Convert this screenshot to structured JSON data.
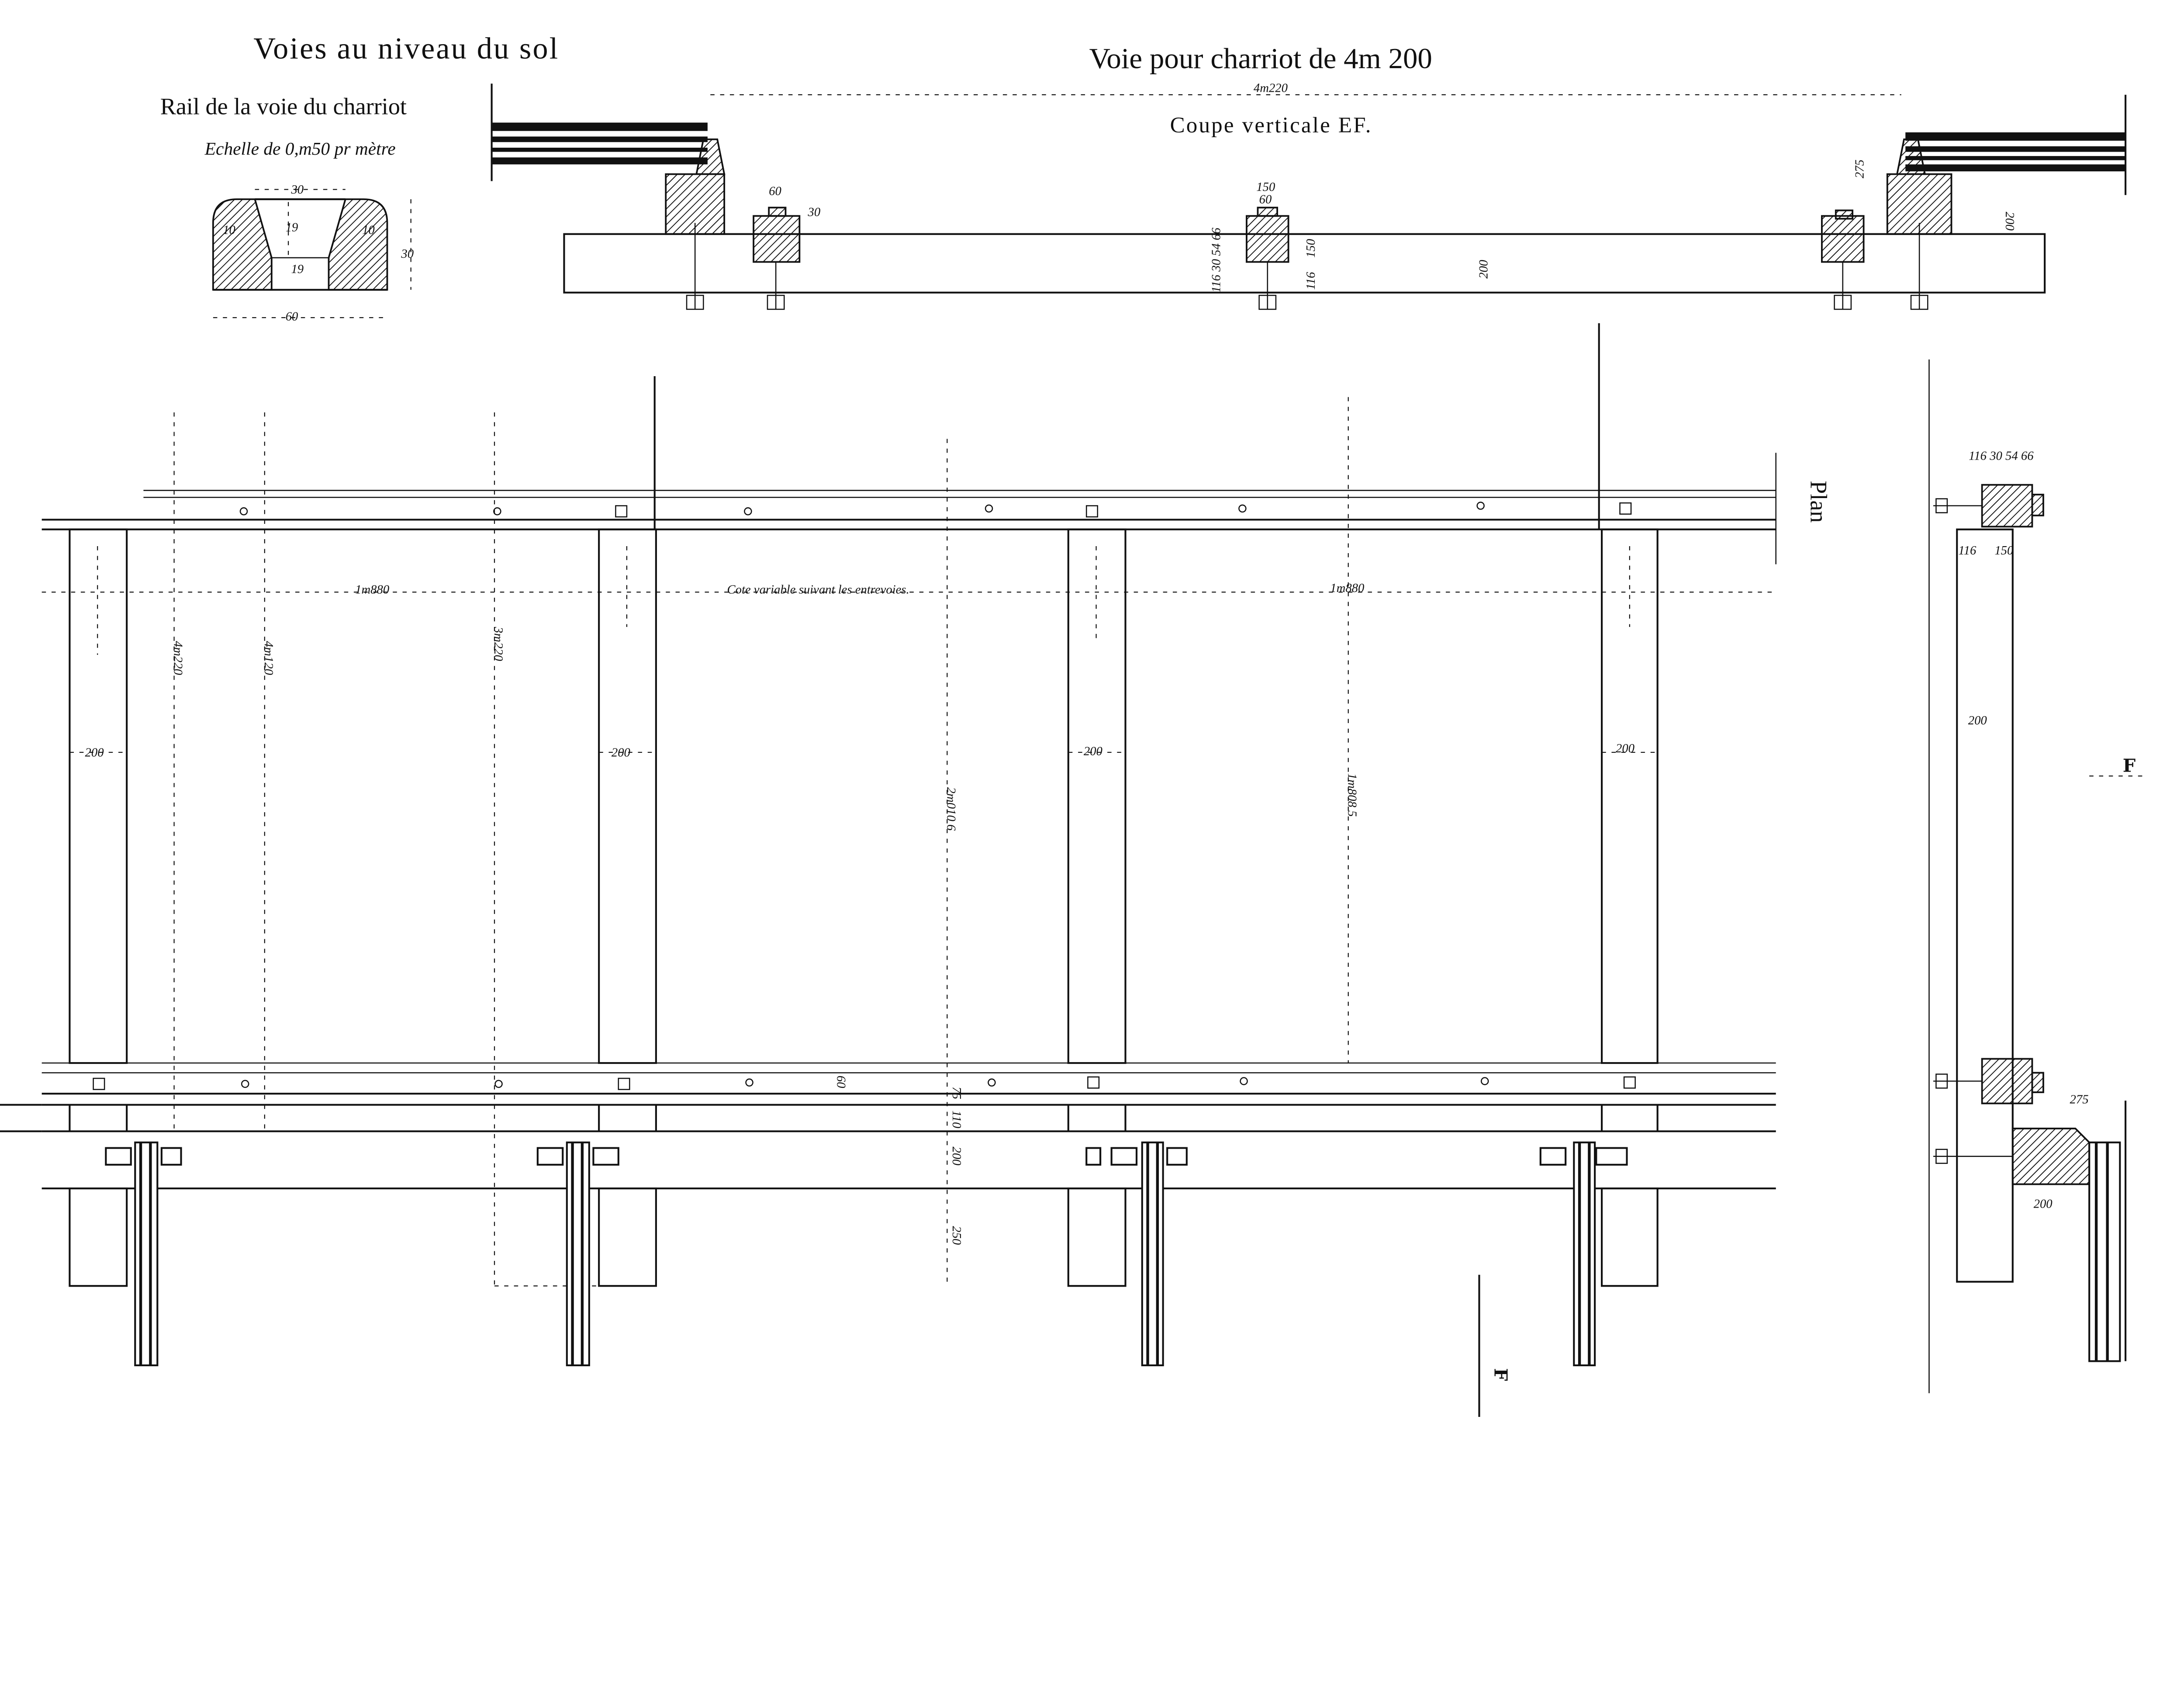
{
  "titles": {
    "left_title": "Voies au niveau du sol",
    "rail_subtitle": "Rail de la voie du charriot",
    "scale_note": "Echelle de 0,m50 pr mètre",
    "main_title": "Voie pour charriot de 4m 200",
    "section_title": "Coupe verticale EF.",
    "plan_label": "Plan",
    "section_marker": "F"
  },
  "rail_profile_dims": {
    "top_width": "30",
    "groove_depth": "19",
    "groove_bottom": "19",
    "height": "30",
    "base_width": "60",
    "radius_left": "10",
    "radius_right": "10"
  },
  "section_dims": {
    "gauge": "4m220",
    "block_width": "60",
    "block_height": "30",
    "center_150": "150",
    "center_60": "60",
    "vertical_stack": "116 30 54 66",
    "beam_depth": "200",
    "side_116": "116",
    "side_150": "150",
    "rail_275": "275",
    "right_200": "200"
  },
  "plan_dims": {
    "sleeper_width": "200",
    "span_left": "1m880",
    "span_right": "1m880",
    "variable_note": "Cote variable suivant les entrevoies.",
    "dim_4220": "4m220",
    "dim_4120": "4m120",
    "dim_3220": "3m220",
    "dim_2010": "2m010 6",
    "dim_1808": "1m808 5",
    "dim_60": "60",
    "dim_110": "110",
    "dim_200": "200",
    "dim_250": "250",
    "dim_75": "75"
  },
  "side_view_dims": {
    "top_stack": "116 30 54 66",
    "d116": "116",
    "d150": "150",
    "d200": "200",
    "d275": "275",
    "d200b": "200"
  }
}
